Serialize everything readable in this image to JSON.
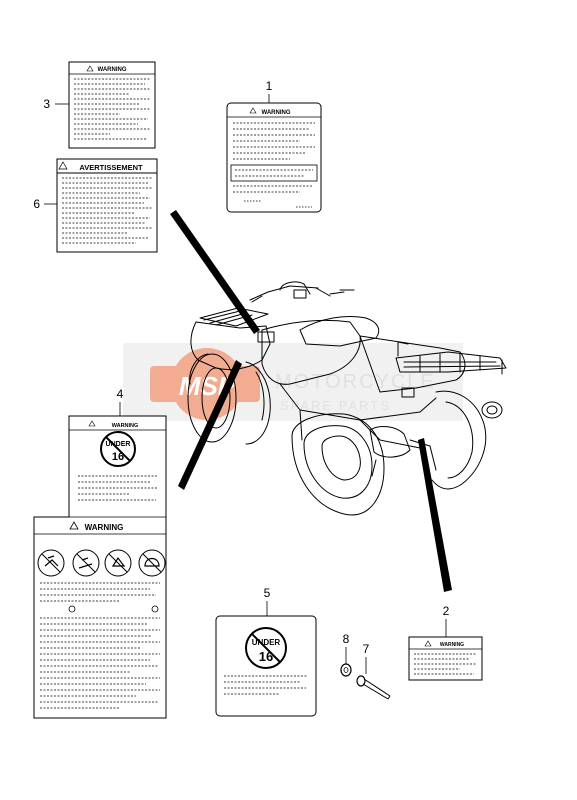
{
  "callouts": [
    "1",
    "2",
    "3",
    "4",
    "5",
    "6",
    "7",
    "8"
  ],
  "labels": {
    "warning": "WARNING",
    "avertissement": "AVERTISSEMENT",
    "under": "UNDER",
    "age": "16"
  },
  "watermark": {
    "logo": "MSP",
    "line1": "MOTORCYCLE",
    "line2": "SPARE PARTS",
    "color": "#e86a3a"
  }
}
